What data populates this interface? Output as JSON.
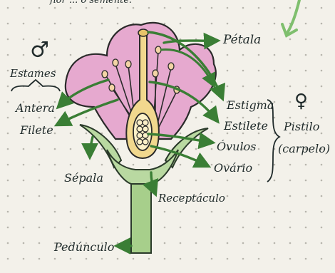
{
  "header_text": "flor ... o semente:",
  "labels": {
    "male_symbol": "♂",
    "female_symbol": "♀",
    "estames": "Estames",
    "antera": "Antera",
    "filete": "Filete",
    "sepala": "Sépala",
    "receptaculo": "Receptáculo",
    "peduncolo": "Pedúnculo",
    "petala": "Pétala",
    "estigma": "Estigma",
    "estilete": "Estilete",
    "ovulos": "Óvulos",
    "ovario": "Ovário",
    "pistilo": "Pistilo",
    "carpelo": "(carpelo)"
  },
  "colors": {
    "petal": "#e6a9cf",
    "sepal": "#b9d9a1",
    "stem": "#a7cf8b",
    "pistil": "#f1d88e",
    "ovary": "#eed58b",
    "anther": "#f3d4a5",
    "arrow": "#3a7e35",
    "ink": "#1f2a2a",
    "dot": "#b7b5ad"
  }
}
